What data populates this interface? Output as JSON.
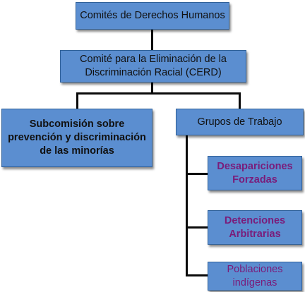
{
  "nodes": {
    "root": {
      "label": "Comités de Derechos Humanos"
    },
    "cerd": {
      "label": "Comité para la Eliminación de la Discriminación Racial (CERD)"
    },
    "subcomision": {
      "label": "Subcomisión sobre prevención y discriminación de las minorías"
    },
    "grupos": {
      "label": "Grupos de Trabajo"
    },
    "desapariciones": {
      "label": "Desapariciones Forzadas"
    },
    "detenciones": {
      "label": "Detenciones Arbitrarias"
    },
    "poblaciones": {
      "label": "Poblaciones indígenas"
    }
  },
  "edges": [
    [
      "root",
      "cerd"
    ],
    [
      "cerd",
      "subcomision"
    ],
    [
      "cerd",
      "grupos"
    ],
    [
      "grupos",
      "desapariciones"
    ],
    [
      "grupos",
      "detenciones"
    ],
    [
      "grupos",
      "poblaciones"
    ]
  ],
  "colors": {
    "box_fill": "#5b8ed0",
    "box_border": "#2f6099",
    "connector": "#0a0a0a",
    "text": "#111111",
    "text_highlight": "#7a1c7a"
  }
}
